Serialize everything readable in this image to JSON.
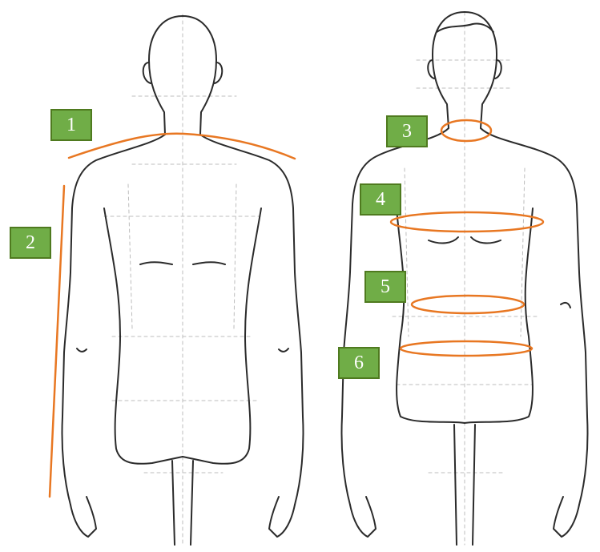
{
  "colors": {
    "outline": "#2b2b2b",
    "guide": "#bdbdbd",
    "measure": "#e87722",
    "badge_fill": "#70ad47",
    "badge_border": "#4f7a1f",
    "badge_text": "#ffffff"
  },
  "figures": {
    "left": "body-back-view",
    "right": "body-front-view"
  },
  "badges": [
    {
      "label": "1",
      "marks": "shoulder-line"
    },
    {
      "label": "2",
      "marks": "arm-length-line"
    },
    {
      "label": "3",
      "marks": "neck-ellipse"
    },
    {
      "label": "4",
      "marks": "chest-ellipse"
    },
    {
      "label": "5",
      "marks": "waist-ellipse"
    },
    {
      "label": "6",
      "marks": "hip-ellipse"
    }
  ]
}
